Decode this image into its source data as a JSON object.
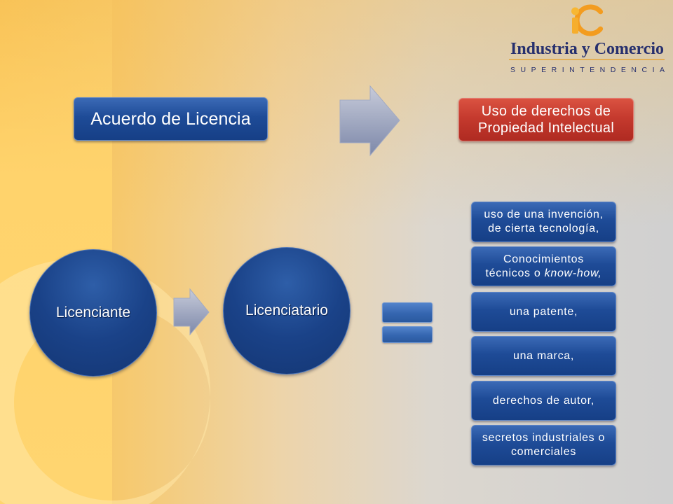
{
  "slide": {
    "logo": {
      "icon": "ic-logo-icon",
      "wordmark": "Industria y Comercio",
      "subtitle": "SUPERINTENDENCIA"
    },
    "agreement": {
      "label": "Acuerdo de Licencia"
    },
    "result": {
      "line1": "Uso de derechos de",
      "line2": "Propiedad Intelectual"
    },
    "parties": {
      "licensor": "Licenciante",
      "licensee": "Licenciatario"
    },
    "items": [
      {
        "line1": "uso de una invención,",
        "line2": "de cierta tecnología,"
      },
      {
        "line1": "Conocimientos",
        "line2": "técnicos o ",
        "line2_italic": "know-how,"
      },
      {
        "line1": "una patente,"
      },
      {
        "line1": "una marca,"
      },
      {
        "line1": "derechos de autor,"
      },
      {
        "line1": "secretos industriales o",
        "line2": "comerciales"
      }
    ]
  },
  "colors": {
    "box_blue": "#1E4B97",
    "box_red": "#C53A2E",
    "circle_blue": "#1A4288",
    "arrow_gray": "#9AA3BD",
    "background_yellow": "#FFD36C",
    "background_gray": "#D0D0D0",
    "logo_navy": "#27306E",
    "logo_orange": "#F39C1F"
  }
}
